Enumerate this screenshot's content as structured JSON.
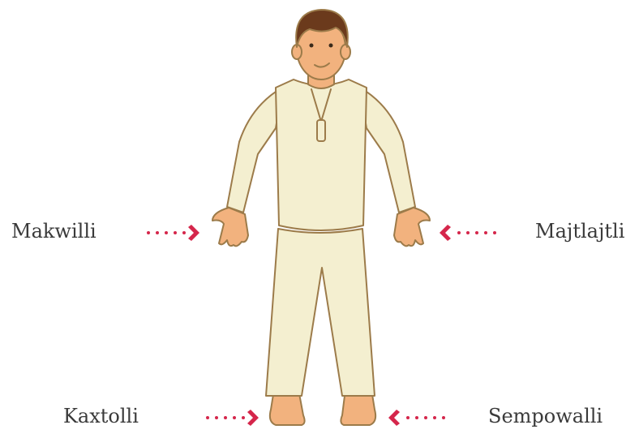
{
  "labels": {
    "top_left": "Makwilli",
    "top_right": "Majtlajtli",
    "bottom_left": "Kaxtolli",
    "bottom_right": "Sempowalli"
  },
  "colors": {
    "accent": "#d5264b",
    "text": "#3a3a3a",
    "hair": "#6b3a1c",
    "skin": "#f2b27e",
    "clothing": "#f4efd0",
    "outline": "#b98a4e"
  },
  "icons": {
    "pointer": "chevron-right-icon",
    "person": "person-illustration"
  }
}
